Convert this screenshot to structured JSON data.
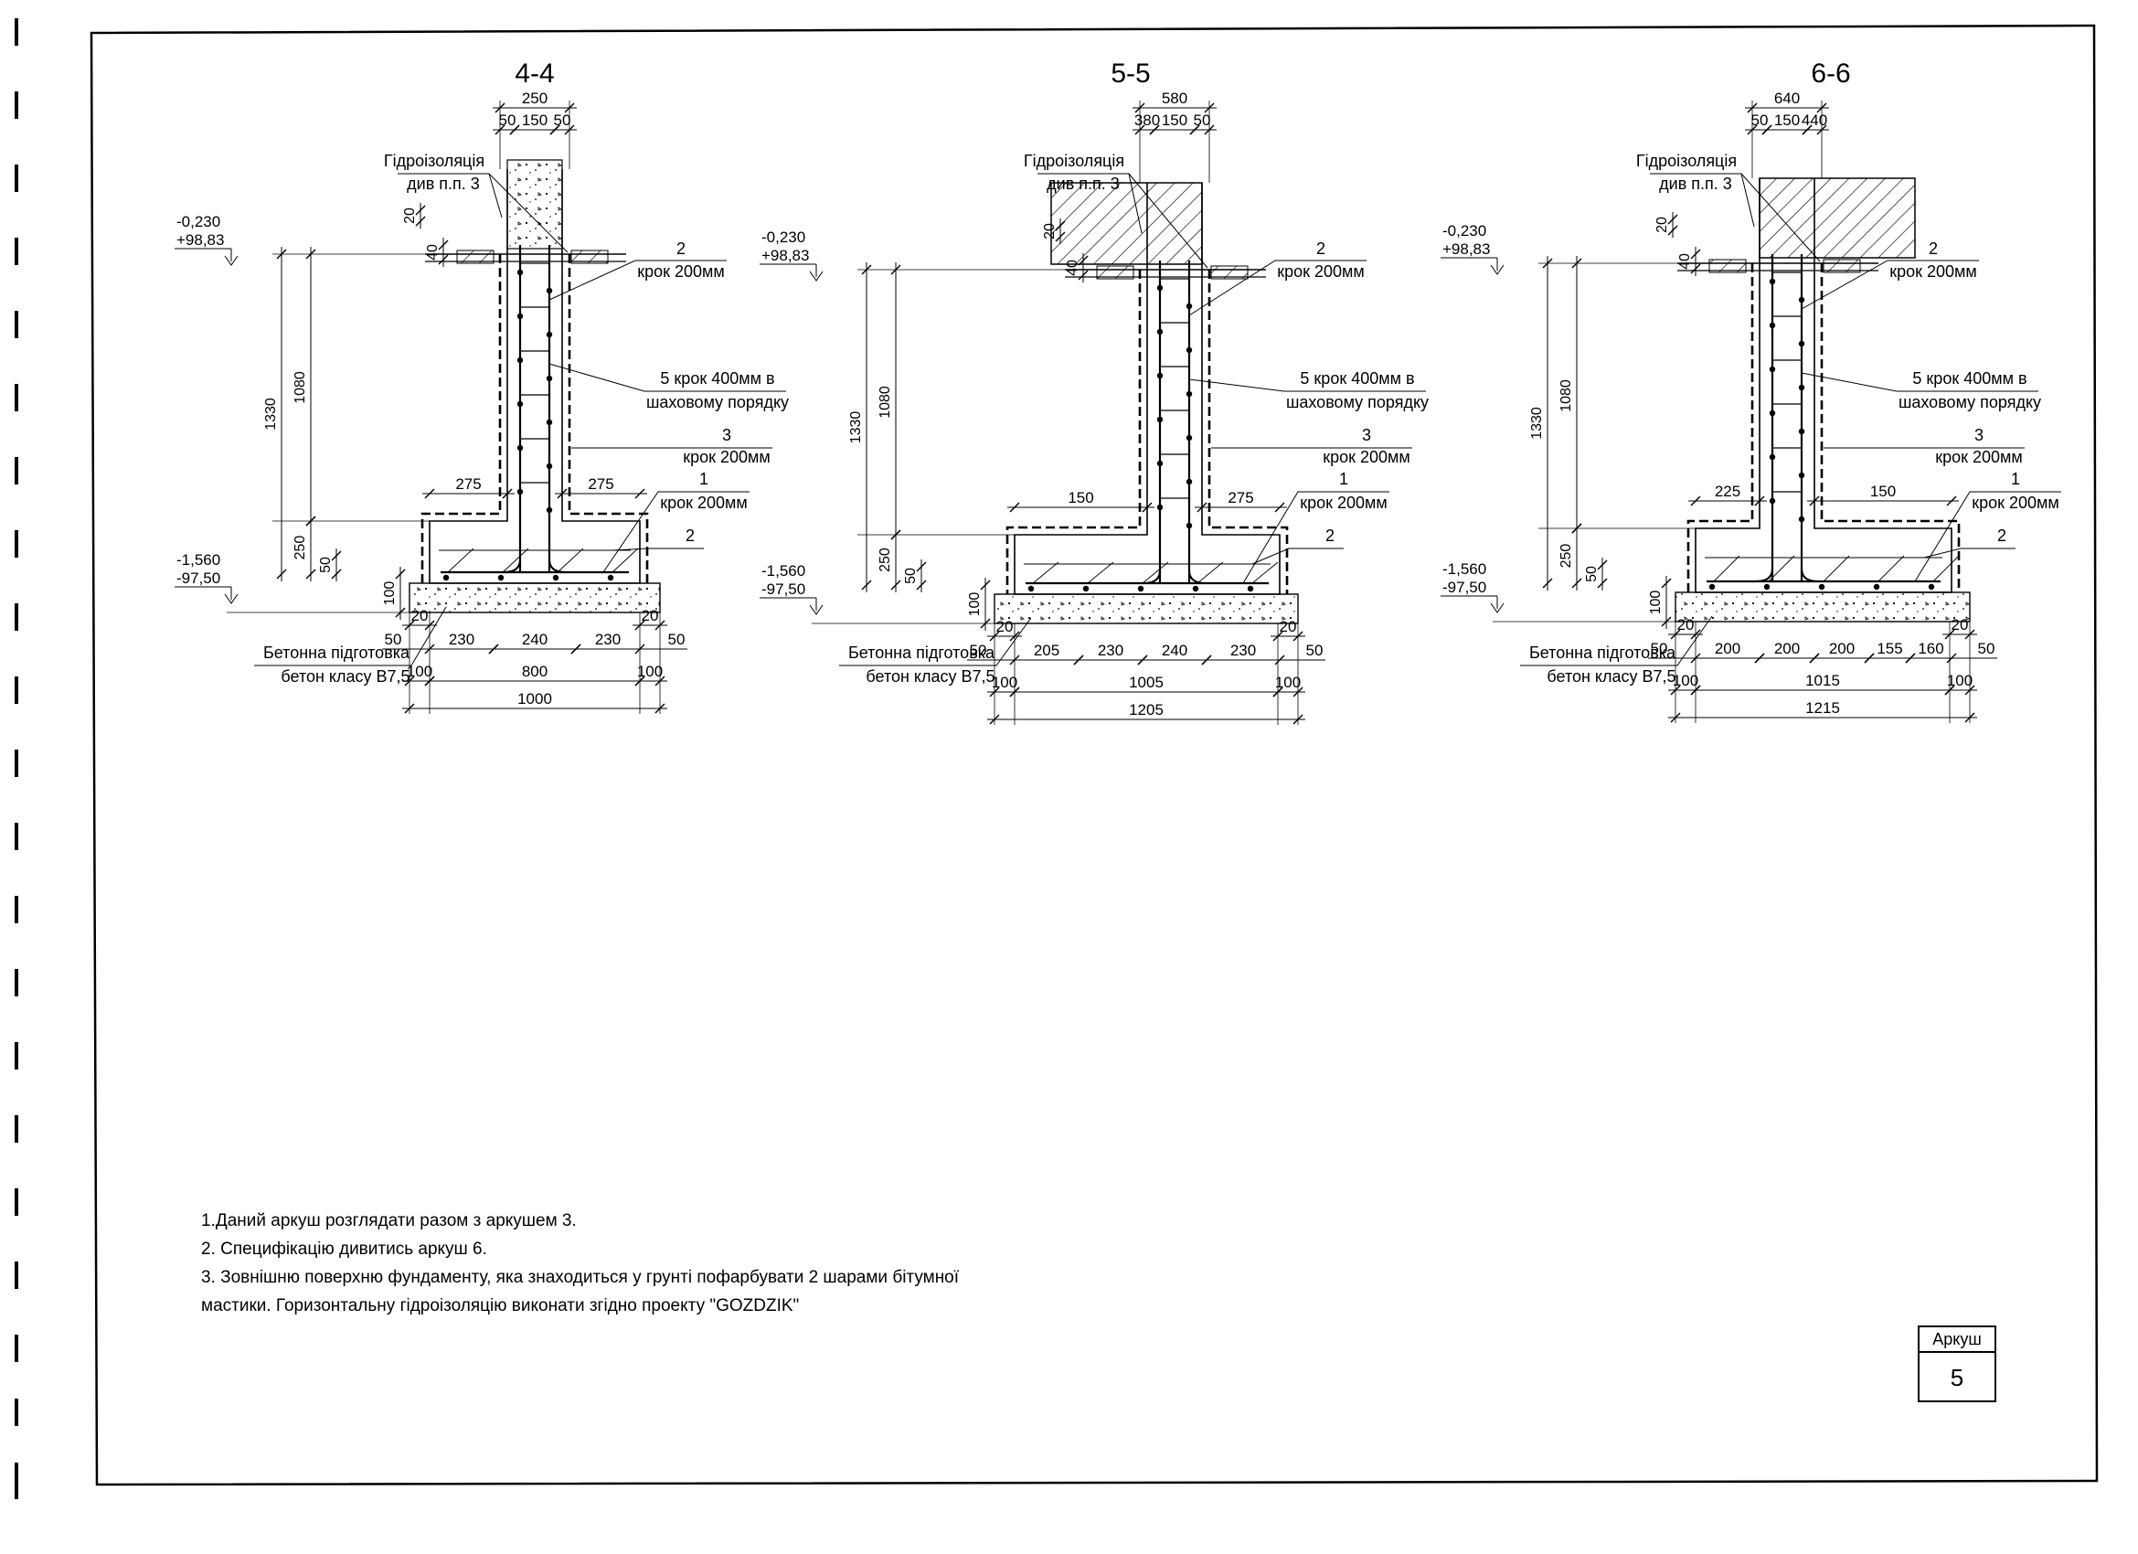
{
  "sections": [
    {
      "id": "4-4",
      "title": "4-4",
      "dims": {
        "top_total": "250",
        "top_a": "50",
        "top_b": "150",
        "top_c": "50",
        "step_left": "275",
        "step_right": "275",
        "h_total": "1330",
        "h_wall": "1080",
        "h_foot": "250",
        "h_small": "50",
        "h_prep": "100",
        "h_top": "20",
        "h_40": "40",
        "b_20l": "20",
        "b_20r": "20",
        "b_50l": "50",
        "b_50r": "50",
        "b_1": "230",
        "b_2": "240",
        "b_3": "230",
        "b_100l": "100",
        "b_mid": "800",
        "b_100r": "100",
        "b_total": "1000"
      },
      "elev_top_1": "-0,230",
      "elev_top_2": "+98,83",
      "elev_bot_1": "-1,560",
      "elev_bot_2": "-97,50",
      "labels": {
        "waterproof_1": "Гідроізоляція",
        "waterproof_2": "див п.п. 3",
        "r2_num": "2",
        "r2_step": "крок 200мм",
        "r5_1": "5 крок 400мм в",
        "r5_2": "шаховому порядку",
        "r3_num": "3",
        "r3_step": "крок 200мм",
        "r1_num": "1",
        "r1_step": "крок 200мм",
        "r2b_num": "2",
        "concrete_1": "Бетонна підготовка",
        "concrete_2": "бетон класу В7,5"
      }
    },
    {
      "id": "5-5",
      "title": "5-5",
      "dims": {
        "top_total": "580",
        "top_a": "380",
        "top_b": "150",
        "top_c": "50",
        "step_left": "150",
        "step_right": "275",
        "h_total": "1330",
        "h_wall": "1080",
        "h_foot": "250",
        "h_small": "50",
        "h_prep": "100",
        "h_top": "20",
        "h_40": "40",
        "b_20l": "20",
        "b_20r": "20",
        "b_50l": "50",
        "b_50r": "50",
        "b_1": "205",
        "b_2": "230",
        "b_3": "240",
        "b_4": "230",
        "b_100l": "100",
        "b_mid": "1005",
        "b_100r": "100",
        "b_total": "1205"
      },
      "elev_top_1": "-0,230",
      "elev_top_2": "+98,83",
      "elev_bot_1": "-1,560",
      "elev_bot_2": "-97,50",
      "labels": {
        "waterproof_1": "Гідроізоляція",
        "waterproof_2": "див п.п. 3",
        "r2_num": "2",
        "r2_step": "крок 200мм",
        "r5_1": "5 крок 400мм в",
        "r5_2": "шаховому порядку",
        "r3_num": "3",
        "r3_step": "крок 200мм",
        "r1_num": "1",
        "r1_step": "крок 200мм",
        "r2b_num": "2",
        "concrete_1": "Бетонна підготовка",
        "concrete_2": "бетон класу В7,5"
      }
    },
    {
      "id": "6-6",
      "title": "6-6",
      "dims": {
        "top_total": "640",
        "top_a": "50",
        "top_b": "150",
        "top_c": "440",
        "step_left": "225",
        "step_right": "150",
        "h_total": "1330",
        "h_wall": "1080",
        "h_foot": "250",
        "h_small": "50",
        "h_prep": "100",
        "h_top": "20",
        "h_40": "40",
        "b_20l": "20",
        "b_20r": "20",
        "b_50l": "50",
        "b_50r": "50",
        "b_1": "200",
        "b_2": "200",
        "b_3": "200",
        "b_4": "155",
        "b_5": "160",
        "b_100l": "100",
        "b_mid": "1015",
        "b_100r": "100",
        "b_total": "1215"
      },
      "elev_top_1": "-0,230",
      "elev_top_2": "+98,83",
      "elev_bot_1": "-1,560",
      "elev_bot_2": "-97,50",
      "labels": {
        "waterproof_1": "Гідроізоляція",
        "waterproof_2": "див п.п. 3",
        "r2_num": "2",
        "r2_step": "крок 200мм",
        "r5_1": "5 крок 400мм в",
        "r5_2": "шаховому порядку",
        "r3_num": "3",
        "r3_step": "крок 200мм",
        "r1_num": "1",
        "r1_step": "крок 200мм",
        "r2b_num": "2",
        "concrete_1": "Бетонна підготовка",
        "concrete_2": "бетон класу В7,5"
      }
    }
  ],
  "notes": [
    "1.Даний аркуш розглядати разом з аркушем 3.",
    "2. Специфікацію дивитись аркуш 6.",
    "3. Зовнішню поверхню фундаменту, яка знаходиться у грунті пофарбувати  2 шарами бітумної",
    "мастики. Горизонтальну гідроізоляцію виконати згідно проекту \"GOZDZIK\""
  ],
  "sheet": {
    "label": "Аркуш",
    "number": "5"
  }
}
